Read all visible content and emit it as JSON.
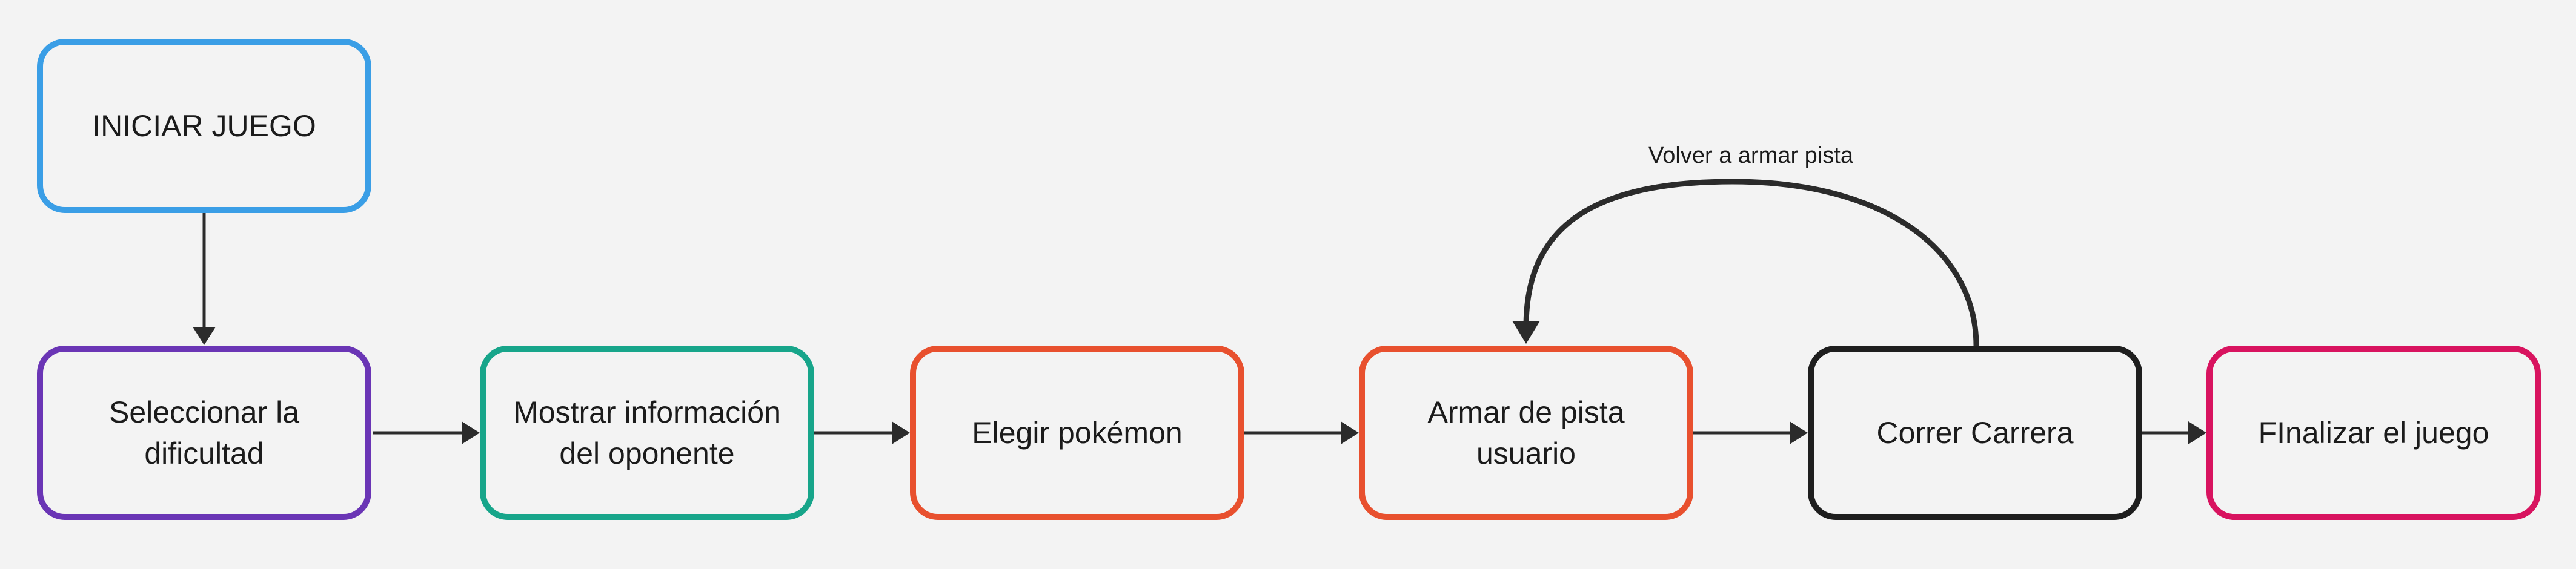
{
  "nodes": {
    "start": {
      "label": "INICIAR JUEGO",
      "color": "#3a9ee6"
    },
    "difficulty": {
      "label": "Seleccionar la\ndificultad",
      "color": "#6a35b5"
    },
    "opponent": {
      "label": "Mostrar información\ndel oponente",
      "color": "#17a58a"
    },
    "pokemon": {
      "label": "Elegir pokémon",
      "color": "#e8502e"
    },
    "track": {
      "label": "Armar de pista\nusuario",
      "color": "#e8502e"
    },
    "race": {
      "label": "Correr Carrera",
      "color": "#1e1e1e"
    },
    "finish": {
      "label": "FInalizar el juego",
      "color": "#d8135f"
    }
  },
  "edges": {
    "loop_label": "Volver a armar pista"
  },
  "colors": {
    "background": "#f3f3f3",
    "arrow": "#2b2b2b"
  }
}
